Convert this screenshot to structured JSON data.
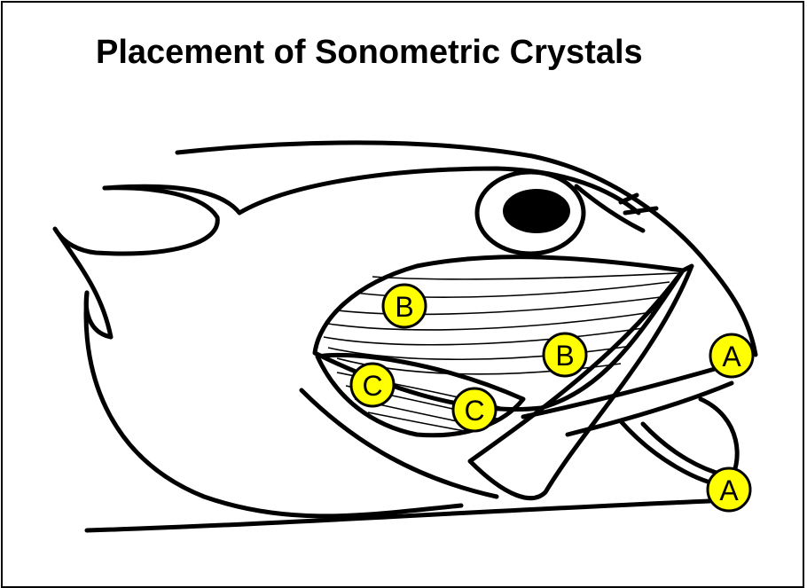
{
  "title": "Placement of Sonometric Crystals",
  "colors": {
    "marker_fill": "#ffff00",
    "outline": "#000000",
    "background": "#ffffff"
  },
  "markers": [
    {
      "label": "B",
      "name": "crystal-b-upper"
    },
    {
      "label": "B",
      "name": "crystal-b-lower"
    },
    {
      "label": "C",
      "name": "crystal-c-left"
    },
    {
      "label": "C",
      "name": "crystal-c-right"
    },
    {
      "label": "A",
      "name": "crystal-a-upper"
    },
    {
      "label": "A",
      "name": "crystal-a-lower"
    }
  ]
}
